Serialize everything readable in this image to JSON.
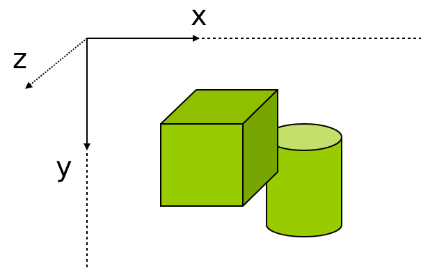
{
  "axes": {
    "x_label": "x",
    "y_label": "y",
    "z_label": "z"
  },
  "shapes": {
    "cube": {
      "front_color": "#99cc00",
      "top_color": "#8fbf00",
      "side_color": "#78a600"
    },
    "cylinder": {
      "body_color": "#99cc00",
      "top_color": "#c3e06b"
    }
  },
  "colors": {
    "stroke": "#000000",
    "background": "#ffffff"
  }
}
